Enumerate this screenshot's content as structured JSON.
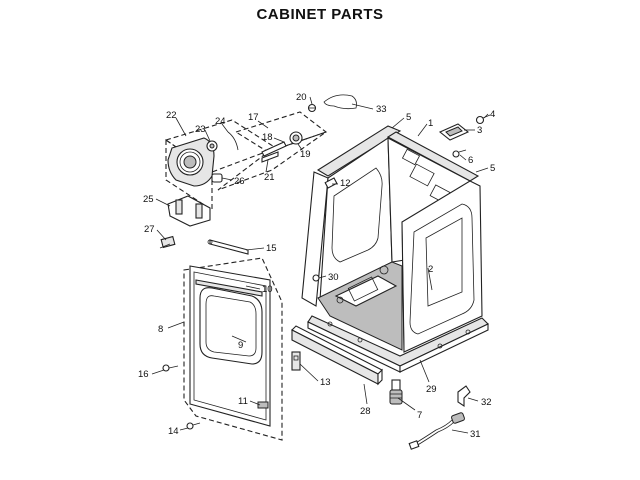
{
  "title": "CABINET PARTS",
  "callouts": [
    {
      "id": "n1",
      "label": "1"
    },
    {
      "id": "n2",
      "label": "2"
    },
    {
      "id": "n3",
      "label": "3"
    },
    {
      "id": "n4",
      "label": "4"
    },
    {
      "id": "n5a",
      "label": "5"
    },
    {
      "id": "n5b",
      "label": "5"
    },
    {
      "id": "n6",
      "label": "6"
    },
    {
      "id": "n7",
      "label": "7"
    },
    {
      "id": "n8",
      "label": "8"
    },
    {
      "id": "n9",
      "label": "9"
    },
    {
      "id": "n10",
      "label": "10"
    },
    {
      "id": "n11",
      "label": "11"
    },
    {
      "id": "n12",
      "label": "12"
    },
    {
      "id": "n13",
      "label": "13"
    },
    {
      "id": "n14",
      "label": "14"
    },
    {
      "id": "n15",
      "label": "15"
    },
    {
      "id": "n16",
      "label": "16"
    },
    {
      "id": "n17",
      "label": "17"
    },
    {
      "id": "n18",
      "label": "18"
    },
    {
      "id": "n19",
      "label": "19"
    },
    {
      "id": "n20",
      "label": "20"
    },
    {
      "id": "n21",
      "label": "21"
    },
    {
      "id": "n22",
      "label": "22"
    },
    {
      "id": "n23",
      "label": "23"
    },
    {
      "id": "n24",
      "label": "24"
    },
    {
      "id": "n25",
      "label": "25"
    },
    {
      "id": "n26",
      "label": "26"
    },
    {
      "id": "n27",
      "label": "27"
    },
    {
      "id": "n28",
      "label": "28"
    },
    {
      "id": "n29",
      "label": "29"
    },
    {
      "id": "n30",
      "label": "30"
    },
    {
      "id": "n31",
      "label": "31"
    },
    {
      "id": "n32",
      "label": "32"
    },
    {
      "id": "n33",
      "label": "33"
    }
  ]
}
